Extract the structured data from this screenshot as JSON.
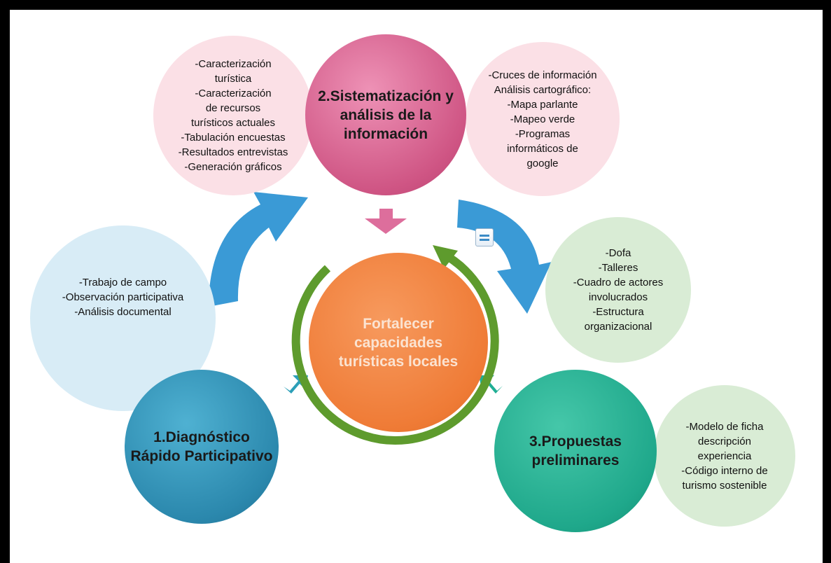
{
  "center": {
    "text": "Fortalecer\ncapacidades\nturísticas locales"
  },
  "stages": [
    {
      "id": "stage-2",
      "title": "2.Sistematización y\nanálisis de la\ninformación"
    },
    {
      "id": "stage-1",
      "title": "1.Diagnóstico\nRápido Participativo"
    },
    {
      "id": "stage-3",
      "title": "3.Propuestas\npreliminares"
    }
  ],
  "details": [
    {
      "id": "stage-2-left",
      "text": "-Caracterización\nturística\n-Caracterización\nde recursos\nturísticos actuales\n-Tabulación encuestas\n-Resultados entrevistas\n-Generación gráficos"
    },
    {
      "id": "stage-2-right",
      "text": "-Cruces de información\nAnálisis cartográfico:\n-Mapa parlante\n-Mapeo verde\n-Programas\ninformáticos de\ngoogle"
    },
    {
      "id": "stage-1",
      "text": "-Trabajo de campo\n-Observación participativa\n-Análisis documental"
    },
    {
      "id": "stage-3-top",
      "text": "-Dofa\n-Talleres\n-Cuadro de actores\ninvolucrados\n-Estructura\norganizacional"
    },
    {
      "id": "stage-3-right",
      "text": "-Modelo de ficha\ndescripción\nexperiencia\n-Código interno de\nturismo sostenible"
    }
  ],
  "colors": {
    "stage1": "#2f8fb4",
    "stage2": "#d9608e",
    "stage3": "#1fae90",
    "center": "#f07f3c",
    "center_ring": "#5e9b2d",
    "pink_detail": "#fbe0e6",
    "blue_detail": "#d8ecf6",
    "green_detail": "#d9ecd5",
    "arrow_blue": "#3a9ad6"
  },
  "icons": [
    "document-icon"
  ]
}
